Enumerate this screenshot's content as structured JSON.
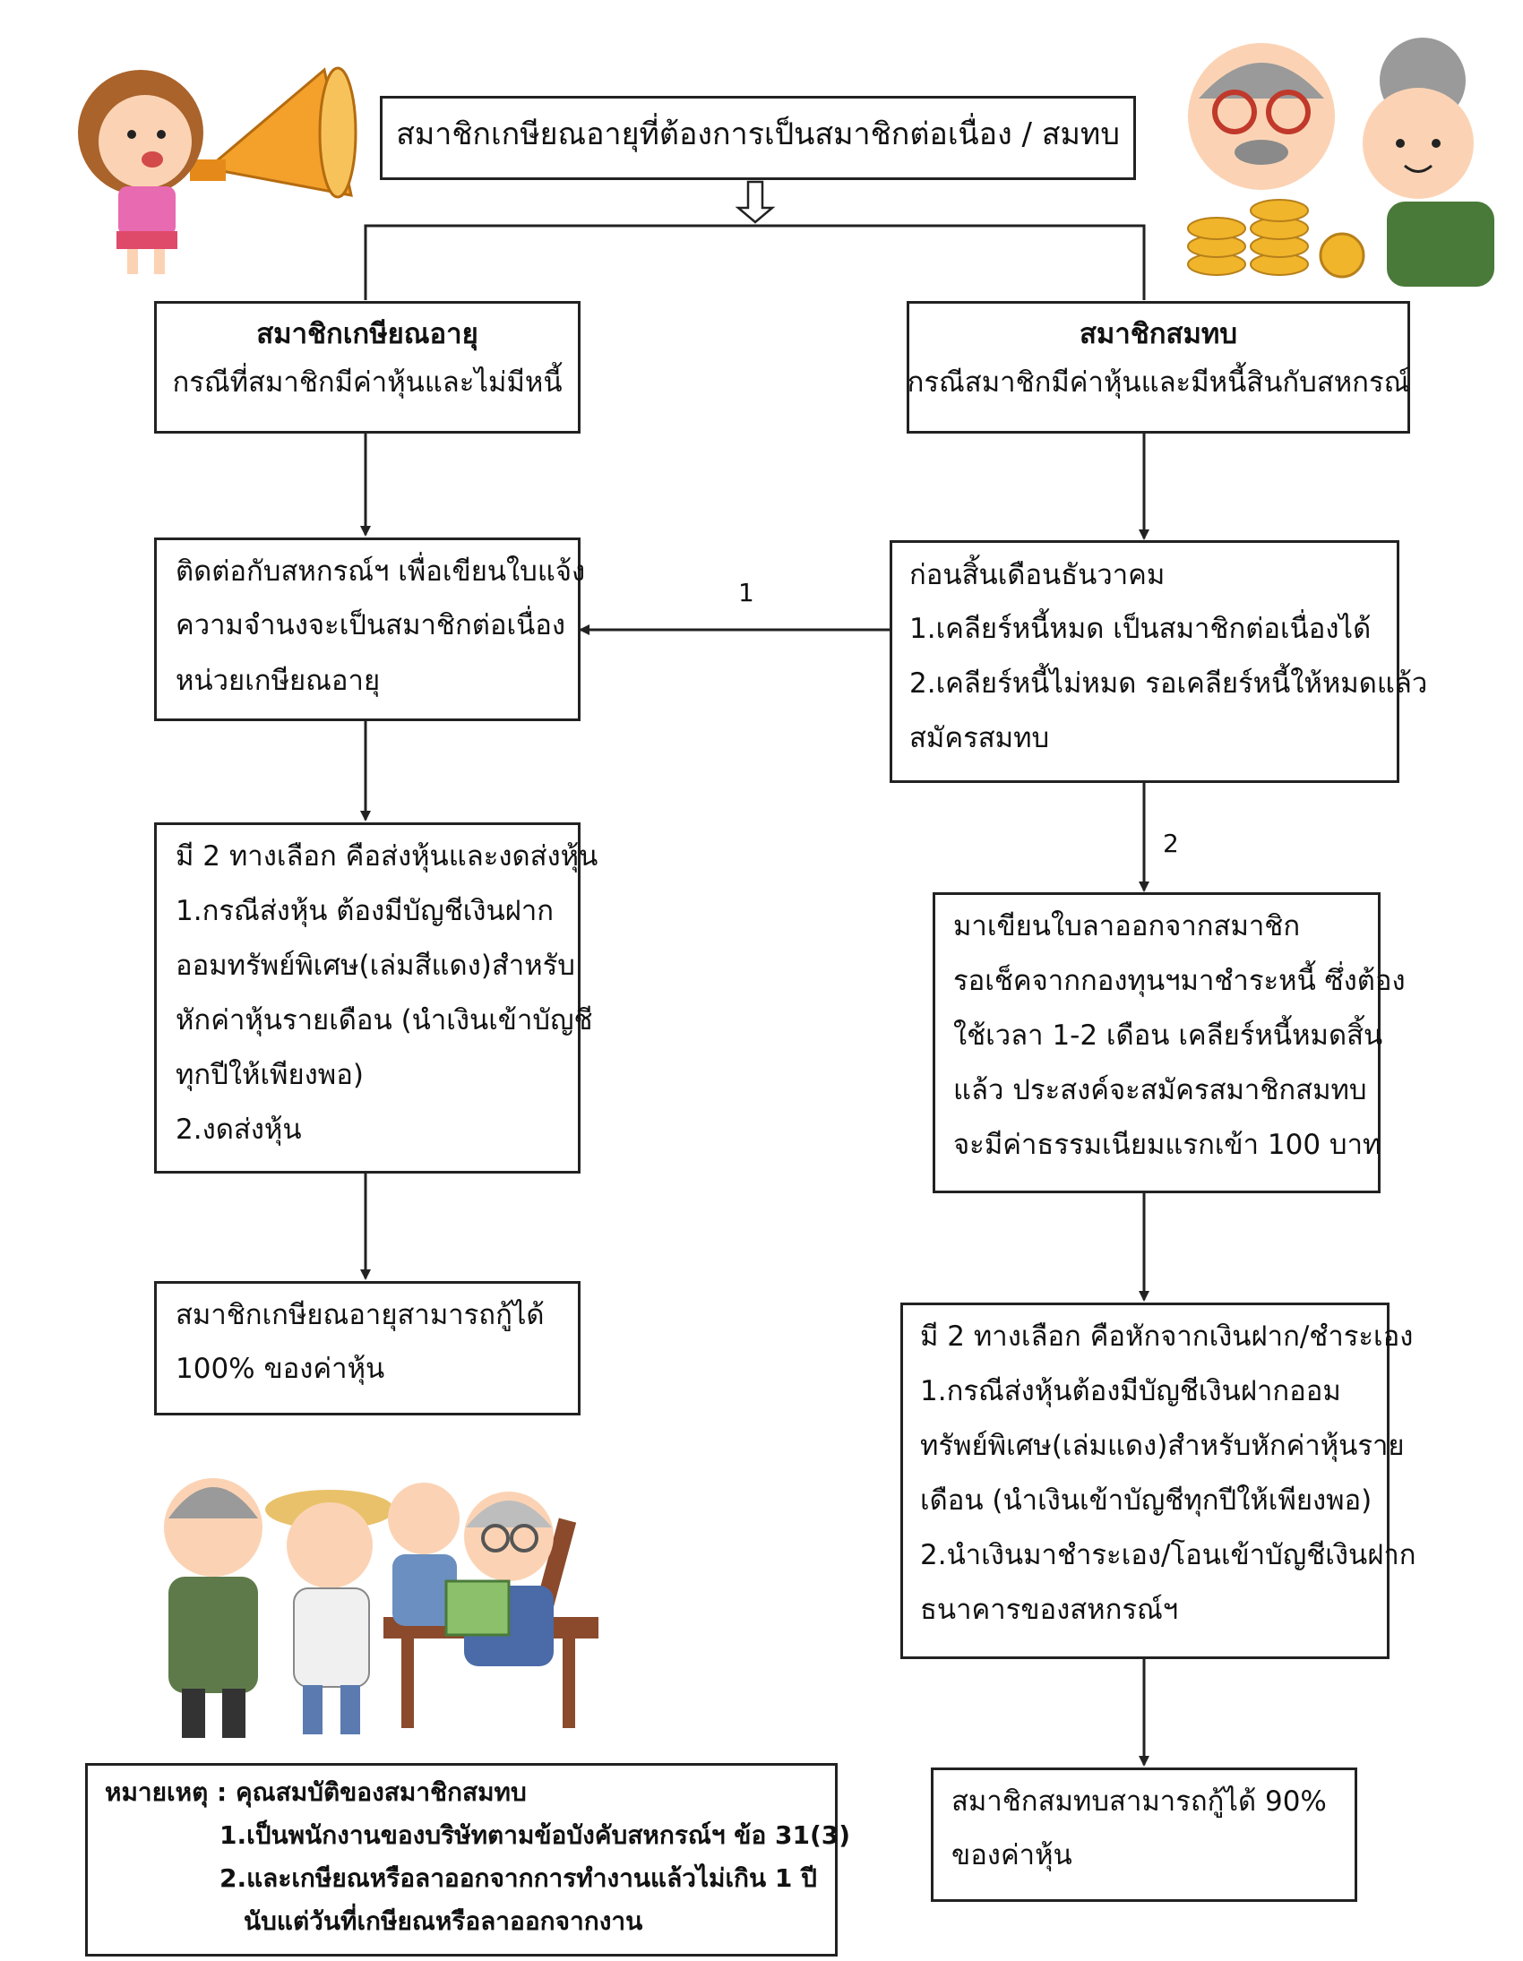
{
  "title": "สมาชิกเกษียณอายุที่ต้องการเป็นสมาชิกต่อเนื่อง / สมทบ",
  "left_branch": {
    "heading": "สมาชิกเกษียณอายุ",
    "subheading": "กรณีที่สมาชิกมีค่าหุ้นและไม่มีหนี้",
    "step1": [
      "ติดต่อกับสหกรณ์ฯ เพื่อเขียนใบแจ้ง",
      "ความจำนงจะเป็นสมาชิกต่อเนื่อง",
      "หน่วยเกษียณอายุ"
    ],
    "step2": [
      "มี 2 ทางเลือก คือส่งหุ้นและงดส่งหุ้น",
      "1.กรณีส่งหุ้น ต้องมีบัญชีเงินฝาก",
      "ออมทรัพย์พิเศษ(เล่มสีแดง)สำหรับ",
      "หักค่าหุ้นรายเดือน (นำเงินเข้าบัญชี",
      "ทุกปีให้เพียงพอ)",
      "2.งดส่งหุ้น"
    ],
    "result": [
      "สมาชิกเกษียณอายุสามารถกู้ได้",
      "100% ของค่าหุ้น"
    ]
  },
  "right_branch": {
    "heading": "สมาชิกสมทบ",
    "subheading": "กรณีสมาชิกมีค่าหุ้นและมีหนี้สินกับสหกรณ์",
    "step1": [
      "ก่อนสิ้นเดือนธันวาคม",
      "1.เคลียร์หนี้หมด เป็นสมาชิกต่อเนื่องได้",
      "2.เคลียร์หนี้ไม่หมด รอเคลียร์หนี้ให้หมดแล้ว",
      "สมัครสมทบ"
    ],
    "step2": [
      "มาเขียนใบลาออกจากสมาชิก",
      "รอเช็คจากกองทุนฯมาชำระหนี้ ซึ่งต้อง",
      "ใช้เวลา 1-2 เดือน เคลียร์หนี้หมดสิ้น",
      "แล้ว ประสงค์จะสมัครสมาชิกสมทบ",
      "จะมีค่าธรรมเนียมแรกเข้า 100 บาท"
    ],
    "step3": [
      "มี 2 ทางเลือก คือหักจากเงินฝาก/ชำระเอง",
      "1.กรณีส่งหุ้นต้องมีบัญชีเงินฝากออม",
      "ทรัพย์พิเศษ(เล่มแดง)สำหรับหักค่าหุ้นราย",
      "เดือน (นำเงินเข้าบัญชีทุกปีให้เพียงพอ)",
      "2.นำเงินมาชำระเอง/โอนเข้าบัญชีเงินฝาก",
      "ธนาคารของสหกรณ์ฯ"
    ],
    "result": [
      "สมาชิกสมทบสามารถกู้ได้ 90%",
      "ของค่าหุ้น"
    ]
  },
  "labels": {
    "arrow1": "1",
    "arrow2": "2"
  },
  "note": {
    "heading": "หมายเหตุ : คุณสมบัติของสมาชิกสมทบ",
    "item1": "1.เป็นพนักงานของบริษัทตามข้อบังคับสหกรณ์ฯ ข้อ 31(3)",
    "item2": "2.และเกษียณหรือลาออกจากการทำงานแล้วไม่เกิน 1 ปี",
    "item2b": "นับแต่วันที่เกษียณหรือลาออกจากงาน"
  },
  "colors": {
    "line": "#222222",
    "cartoon_orange": "#f3a12a",
    "cartoon_pink": "#e86ab0",
    "coin": "#f0b52a",
    "green": "#4a7a3a"
  }
}
